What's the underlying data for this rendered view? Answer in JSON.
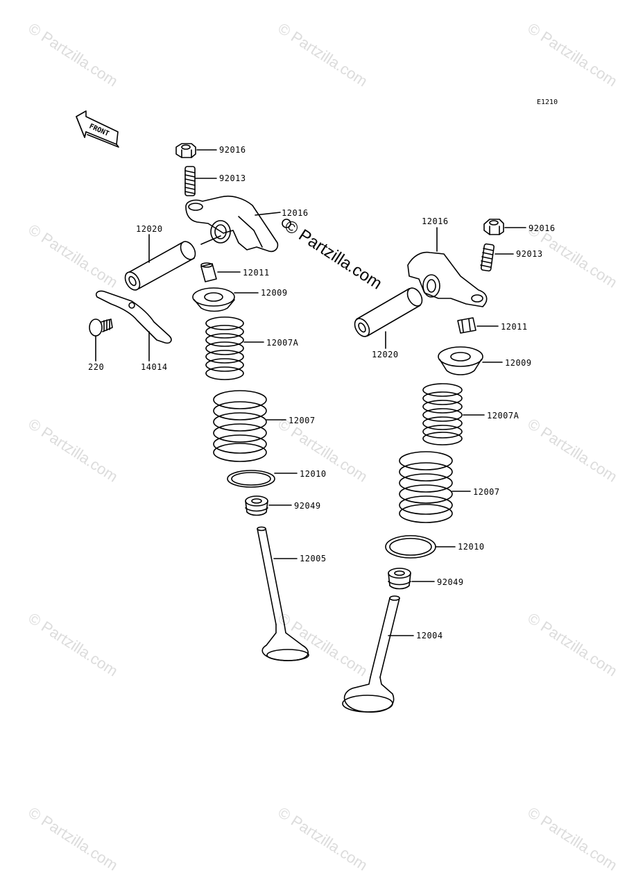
{
  "watermark": "© Partzilla.com",
  "center_watermark": "© Partzilla.com",
  "diagram_code": "E1210",
  "front_label": "FRONT",
  "left_assembly": {
    "nut": "92016",
    "stud": "92013",
    "rocker_arm": "12016",
    "shaft": "12020",
    "adjuster": "12011",
    "retainer": "12009",
    "inner_spring": "12007A",
    "outer_spring": "12007",
    "spring_seat": "12010",
    "stem_seal": "92049",
    "valve": "12005",
    "bolt": "220",
    "plate": "14014"
  },
  "right_assembly": {
    "nut": "92016",
    "stud": "92013",
    "rocker_arm": "12016",
    "shaft": "12020",
    "adjuster": "12011",
    "retainer": "12009",
    "inner_spring": "12007A",
    "outer_spring": "12007",
    "spring_seat": "12010",
    "stem_seal": "92049",
    "valve": "12004"
  },
  "colors": {
    "line": "#000000",
    "watermark": "#dcdcdc",
    "background": "#ffffff"
  }
}
